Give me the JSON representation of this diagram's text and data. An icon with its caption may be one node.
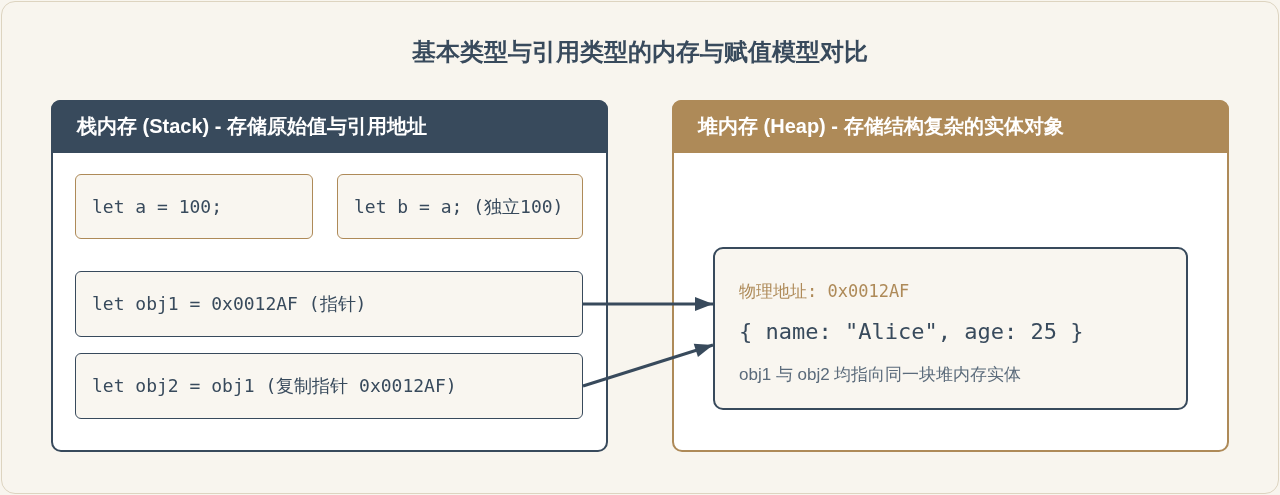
{
  "diagram": {
    "title": "基本类型与引用类型的内存与赋值模型对比",
    "nodes": [
      {
        "text": [
          "栈内存 (Stack) - 存储原始值与引用地址"
        ]
      },
      {
        "text": [
          "let a = 100;"
        ],
        "in": 0
      },
      {
        "text": [
          "let b = a; (独立100)"
        ],
        "in": 0
      },
      {
        "text": [
          "let obj1 = 0x0012AF (指针)"
        ],
        "in": 0
      },
      {
        "text": [
          "let obj2 = obj1 (复制指针 0x0012AF)"
        ],
        "in": 0
      },
      {
        "text": [
          "堆内存 (Heap) - 存储结构复杂的实体对象"
        ]
      },
      {
        "text": [
          "物理地址: 0x0012AF",
          "{ name: \"Alice\", age: 25 }",
          "obj1 与 obj2 均指向同一块堆内存实体"
        ],
        "in": 5
      }
    ],
    "edges": [
      {
        "from": 3,
        "to": 6,
        "arrow": "to"
      },
      {
        "from": 4,
        "to": 6,
        "arrow": "to"
      }
    ]
  }
}
